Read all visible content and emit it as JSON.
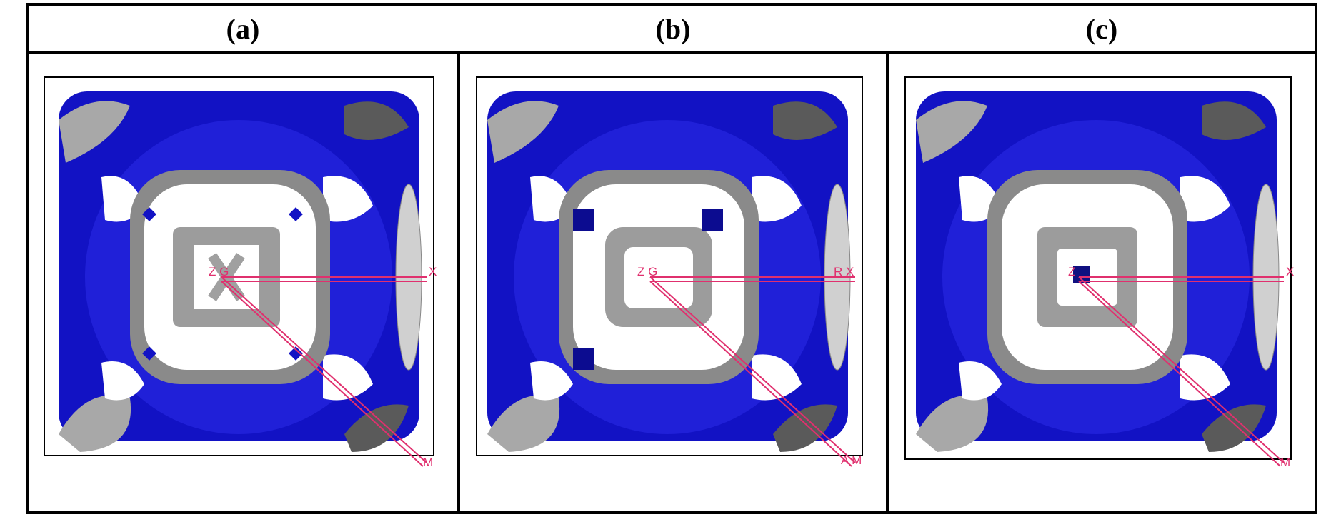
{
  "panels": [
    {
      "label": "(a)",
      "axis_labels": {
        "origin": "Z G",
        "x_end": "X",
        "m_end": "M"
      }
    },
    {
      "label": "(b)",
      "axis_labels": {
        "origin": "Z G",
        "x_end": "R X",
        "m_end": "A M"
      }
    },
    {
      "label": "(c)",
      "axis_labels": {
        "origin": "Z",
        "x_end": "X",
        "m_end": "M"
      }
    }
  ],
  "colors": {
    "surface_blue": "#1010c8",
    "surface_gray": "#b4b4b4",
    "axis_pink": "#e0306e",
    "border": "#000000"
  }
}
